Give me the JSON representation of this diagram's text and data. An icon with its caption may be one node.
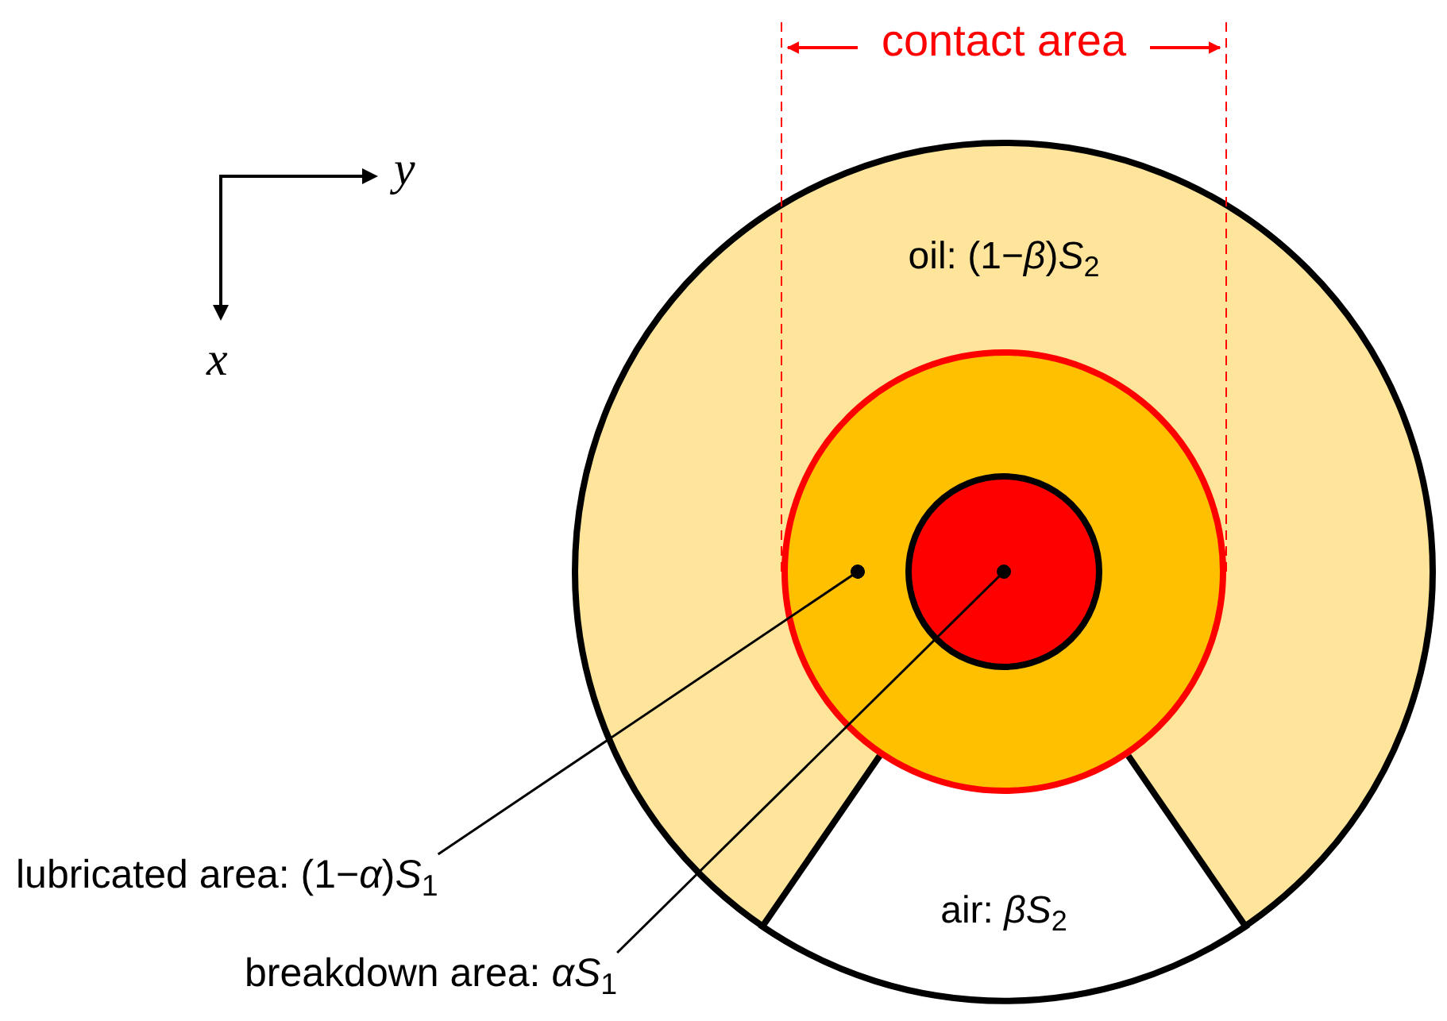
{
  "diagram": {
    "nodes": [
      {
        "text": [
          "oil: (1−*β*)*S*$_{2}$"
        ]
      },
      {
        "text": [
          "air: *βS*$_{2}$"
        ],
        "in": 0
      },
      {
        "text": [],
        "shape": "circle",
        "in": 0
      },
      {
        "text": [],
        "shape": "circle",
        "in": 2
      },
      {
        "text": [
          "lubricated area: (1−*α*)*S*$_{1}$"
        ]
      },
      {
        "text": [
          "breakdown area: *αS*$_{1}$"
        ]
      }
    ],
    "edges": [
      {
        "from": 4,
        "to": 2,
        "arrow": "other"
      },
      {
        "from": 5,
        "to": 3,
        "arrow": "other"
      }
    ],
    "labels": [
      "contact area",
      "y",
      "x"
    ]
  }
}
